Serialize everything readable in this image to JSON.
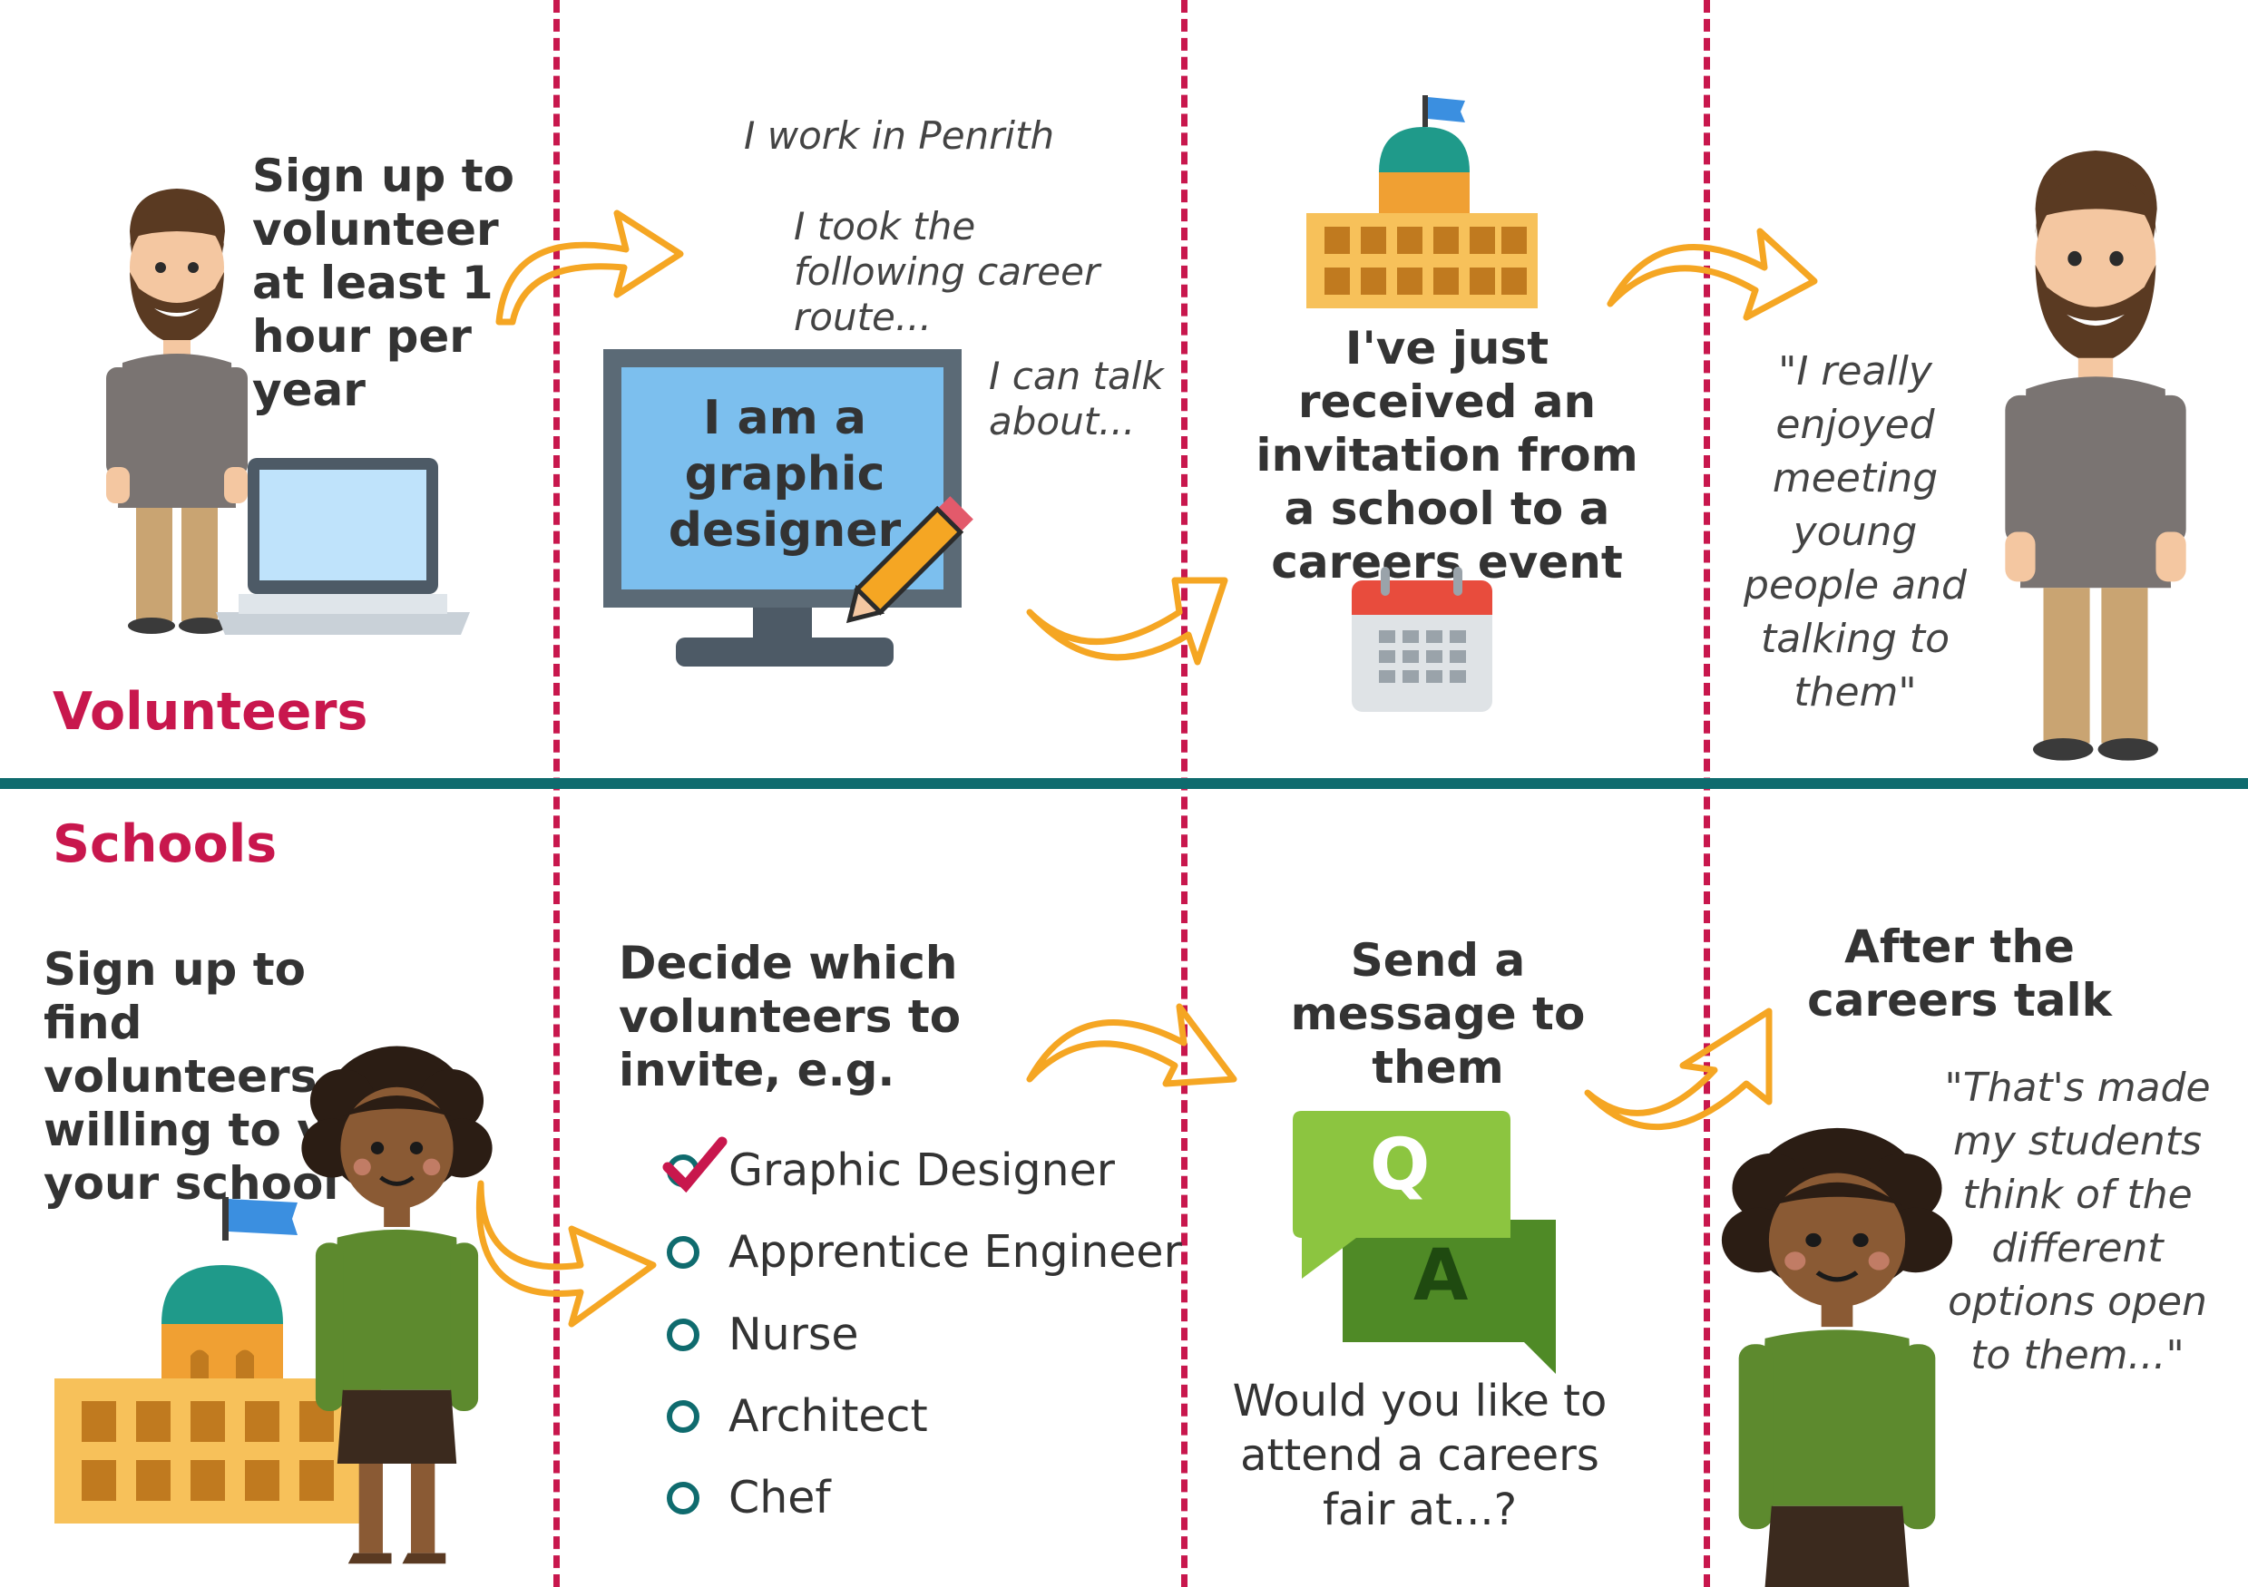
{
  "sections": {
    "volunteers_label": "Volunteers",
    "schools_label": "Schools"
  },
  "volunteers": {
    "step1": "Sign up to volunteer at least 1 hour per year",
    "step2": {
      "line1": "I work in Penrith",
      "line2": "I took the following career route...",
      "line3": "I can talk about...",
      "screen_text": "I am a graphic designer"
    },
    "step3": "I've just received an invitation from a school to a careers event",
    "step4_quote": "\"I really enjoyed meeting young people and talking to them\""
  },
  "schools": {
    "step1": "Sign up to find volunteers willing to visit your school",
    "step2": {
      "heading": "Decide which volunteers to invite, e.g.",
      "options": [
        {
          "label": "Graphic Designer",
          "checked": true
        },
        {
          "label": "Apprentice Engineer",
          "checked": false
        },
        {
          "label": "Nurse",
          "checked": false
        },
        {
          "label": "Architect",
          "checked": false
        },
        {
          "label": "Chef",
          "checked": false
        }
      ]
    },
    "step3": {
      "heading": "Send a message to them",
      "bubble_q": "Q",
      "bubble_a": "A",
      "message": "Would you like to attend a careers fair at...?"
    },
    "step4": {
      "heading": "After the careers talk",
      "quote": "\"That's made my students think of the different options open to them...\""
    }
  },
  "colors": {
    "accent_red": "#c8174d",
    "teal": "#0f6b6e",
    "arrow_orange": "#f5a623",
    "text_dark": "#333333"
  },
  "icons": [
    "man-figure-icon",
    "laptop-icon",
    "monitor-icon",
    "pencil-icon",
    "school-building-icon",
    "flag-icon",
    "calendar-icon",
    "woman-figure-icon",
    "qa-bubbles-icon",
    "checkmark-icon",
    "curved-arrow-icon"
  ]
}
